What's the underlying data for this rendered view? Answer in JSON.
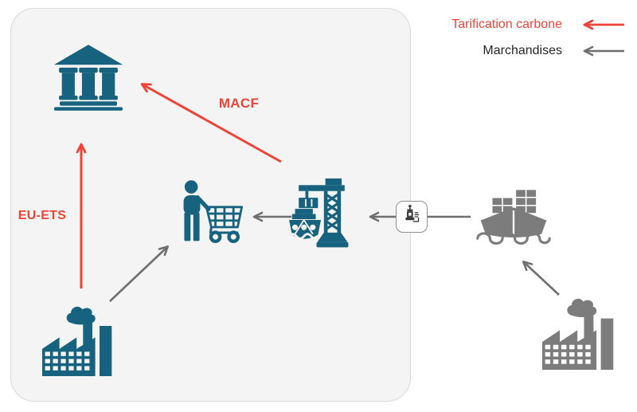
{
  "legend": {
    "carbon": {
      "label": "Tarification carbone",
      "color": "#EE4438",
      "arrow_direction": "left"
    },
    "goods": {
      "label": "Marchandises",
      "color": "#262626",
      "arrow_direction": "left"
    }
  },
  "flow_labels": {
    "macf": "MACF",
    "eu_ets": "EU-ETS"
  },
  "icons": {
    "bank": "bank-building-icon",
    "consumer": "person-shopping-cart-icon",
    "port": "port-crane-ship-icon",
    "customs": "customs-stamp-icon",
    "foreign_ship": "cargo-ship-icon",
    "eu_factory": "factory-icon",
    "foreign_factory": "factory-icon"
  },
  "colors": {
    "teal": "#17637F",
    "red": "#EE4438",
    "gray-icon": "#7C7C7C",
    "gray-arrow": "#6F6F6F",
    "panel-bg": "#F4F4F4",
    "panel-border": "#D9D9D9",
    "text-dark": "#262626"
  }
}
